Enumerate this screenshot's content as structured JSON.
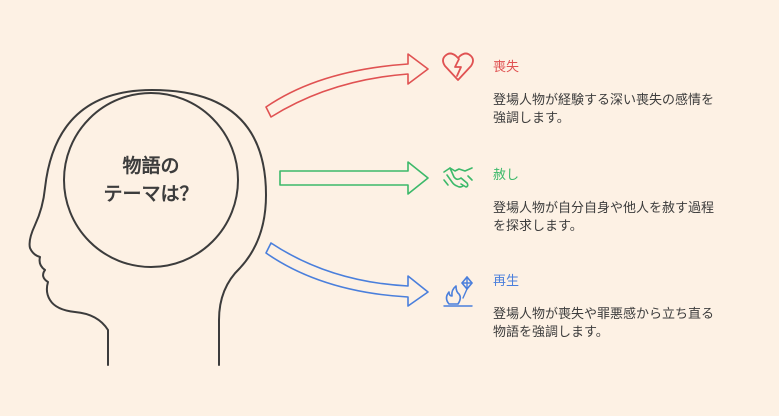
{
  "center": {
    "title_line1": "物語の",
    "title_line2": "テーマは？"
  },
  "branches": [
    {
      "title": "喪失",
      "desc_line1": "登場人物が経験する深い喪失の感情を",
      "desc_line2": "強調します。",
      "color": "#e05252",
      "icon": "broken-heart-icon"
    },
    {
      "title": "赦し",
      "desc_line1": "登場人物が自分自身や他人を赦す過程",
      "desc_line2": "を探求します。",
      "color": "#3cb96a",
      "icon": "handshake-icon"
    },
    {
      "title": "再生",
      "desc_line1": "登場人物が喪失や罪悪感から立ち直る",
      "desc_line2": "物語を強調します。",
      "color": "#4a7fdc",
      "icon": "phoenix-icon"
    }
  ]
}
